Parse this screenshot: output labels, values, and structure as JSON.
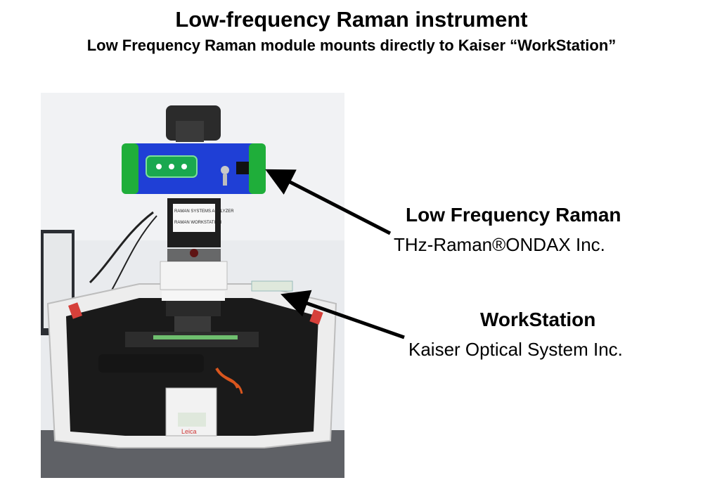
{
  "title": "Low-frequency Raman instrument",
  "subtitle": "Low Frequency Raman module mounts directly to Kaiser “WorkStation”",
  "photo": {
    "module_panel_text": "RAMAN SYSTEMS ANALYZER",
    "module_label_text": "RAMAN WORKSTATION",
    "brand_mark": "Leica"
  },
  "labels": [
    {
      "heading": "Low Frequency Raman",
      "detail": "THz-Raman®ONDAX Inc."
    },
    {
      "heading": "WorkStation",
      "detail": "Kaiser Optical System Inc."
    }
  ],
  "colors": {
    "module_blue": "#1f3fd6",
    "module_green": "#1fae3a",
    "instrument_white": "#ececec",
    "cavity_black": "#1a1a1a"
  }
}
